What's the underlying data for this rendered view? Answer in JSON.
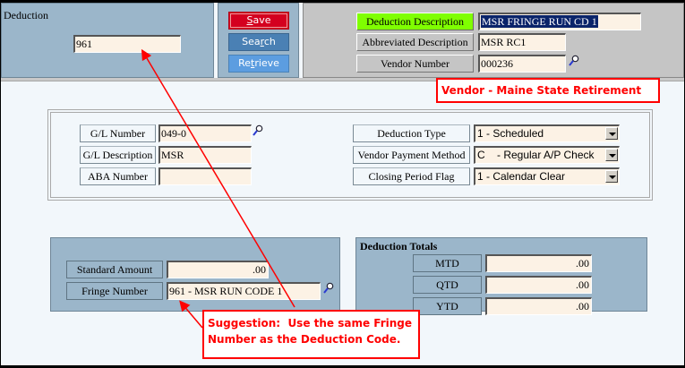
{
  "header": {
    "deduction_label": "Deduction",
    "deduction_value": "961",
    "buttons": {
      "save": {
        "accel": "S",
        "rest": "ave"
      },
      "search": {
        "pre": "Sea",
        "accel": "r",
        "rest": "ch"
      },
      "retrieve": {
        "pre": "Re",
        "accel": "t",
        "rest": "rieve"
      }
    },
    "deduction_description_label": "Deduction Description",
    "deduction_description_value": "MSR FRINGE RUN CD 1",
    "abbreviated_description_label": "Abbreviated Description",
    "abbreviated_description_value": "MSR RC1",
    "vendor_number_label": "Vendor Number",
    "vendor_number_value": "000236"
  },
  "annotations": {
    "vendor_note": "Vendor - Maine State Retirement",
    "suggestion_line1": "Suggestion:  Use the same Fringe",
    "suggestion_line2": "Number as the Deduction Code."
  },
  "details": {
    "gl_number_label": "G/L Number",
    "gl_number_value": "049-0",
    "gl_description_label": "G/L Description",
    "gl_description_value": "MSR",
    "aba_number_label": "ABA Number",
    "aba_number_value": "",
    "deduction_type_label": "Deduction Type",
    "deduction_type_value": "1 - Scheduled",
    "vendor_payment_method_label": "Vendor Payment Method",
    "vendor_payment_method_value": "C    - Regular A/P Check",
    "closing_period_flag_label": "Closing Period Flag",
    "closing_period_flag_value": "1 - Calendar Clear"
  },
  "amounts": {
    "standard_amount_label": "Standard Amount",
    "standard_amount_value": ".00",
    "fringe_number_label": "Fringe Number",
    "fringe_number_value": "961 - MSR RUN CODE 1"
  },
  "totals": {
    "title": "Deduction Totals",
    "mtd_label": "MTD",
    "mtd_value": ".00",
    "qtd_label": "QTD",
    "qtd_value": ".00",
    "ytd_label": "YTD",
    "ytd_value": ".00"
  },
  "colors": {
    "panel_blue": "#9bb6ca",
    "field_bg": "#fcf2e5",
    "save_red": "#d4001f",
    "annotation_red": "#ff0000",
    "highlight_green": "#7fff00"
  }
}
